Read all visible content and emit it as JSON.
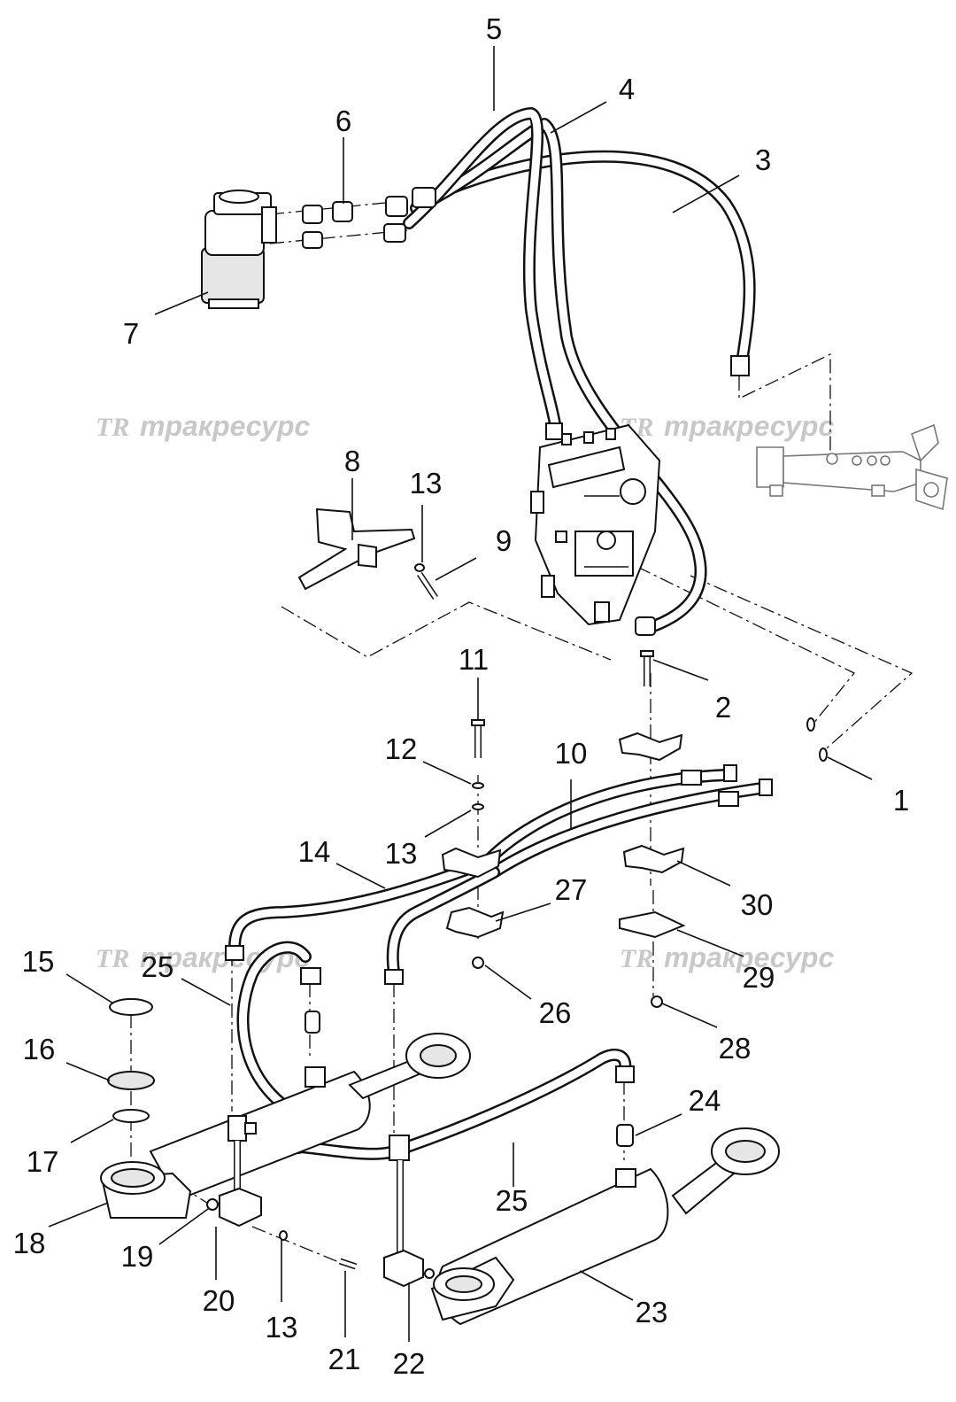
{
  "watermark": {
    "logo": "TR",
    "text": "тракресурс"
  },
  "callouts": [
    {
      "id": "c5",
      "label": "5"
    },
    {
      "id": "c4",
      "label": "4"
    },
    {
      "id": "c6",
      "label": "6"
    },
    {
      "id": "c3",
      "label": "3"
    },
    {
      "id": "c7",
      "label": "7"
    },
    {
      "id": "c8",
      "label": "8"
    },
    {
      "id": "c13a",
      "label": "13"
    },
    {
      "id": "c9",
      "label": "9"
    },
    {
      "id": "c11",
      "label": "11"
    },
    {
      "id": "c2",
      "label": "2"
    },
    {
      "id": "c12",
      "label": "12"
    },
    {
      "id": "c10",
      "label": "10"
    },
    {
      "id": "c1",
      "label": "1"
    },
    {
      "id": "c13b",
      "label": "13"
    },
    {
      "id": "c14",
      "label": "14"
    },
    {
      "id": "c27",
      "label": "27"
    },
    {
      "id": "c30",
      "label": "30"
    },
    {
      "id": "c15",
      "label": "15"
    },
    {
      "id": "c25a",
      "label": "25"
    },
    {
      "id": "c26",
      "label": "26"
    },
    {
      "id": "c29",
      "label": "29"
    },
    {
      "id": "c16",
      "label": "16"
    },
    {
      "id": "c28",
      "label": "28"
    },
    {
      "id": "c24",
      "label": "24"
    },
    {
      "id": "c17",
      "label": "17"
    },
    {
      "id": "c25b",
      "label": "25"
    },
    {
      "id": "c18",
      "label": "18"
    },
    {
      "id": "c19",
      "label": "19"
    },
    {
      "id": "c20",
      "label": "20"
    },
    {
      "id": "c23",
      "label": "23"
    },
    {
      "id": "c13c",
      "label": "13"
    },
    {
      "id": "c21",
      "label": "21"
    },
    {
      "id": "c22",
      "label": "22"
    }
  ]
}
